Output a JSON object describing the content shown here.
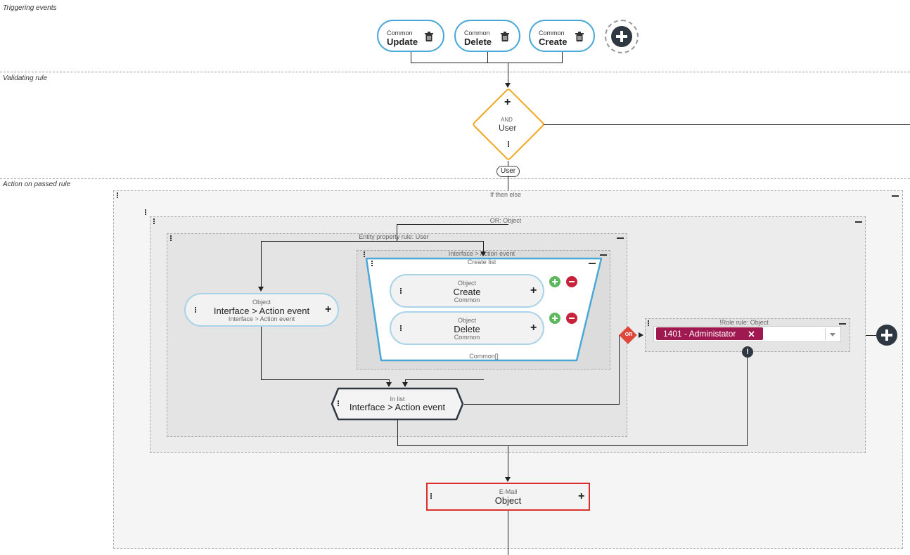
{
  "sections": {
    "triggering": "Triggering events",
    "validating": "Validating rule",
    "action": "Action on passed rule"
  },
  "triggers": [
    {
      "category": "Common",
      "event": "Update"
    },
    {
      "category": "Common",
      "event": "Delete"
    },
    {
      "category": "Common",
      "event": "Create"
    }
  ],
  "validating_rule": {
    "operator": "AND",
    "entity": "User",
    "output_chip": "User"
  },
  "containers": {
    "if_then_else": "If then else",
    "or_object": "OR: Object",
    "entity_property_rule": "Entity property rule: User",
    "interface_action_event": "Interface > Action event",
    "create_list": "Create list",
    "create_list_footer": "Common[]",
    "role_rule": "!Role rule: Object"
  },
  "object_node": {
    "sub": "Object",
    "main": "Interface > Action event",
    "note": "Interface > Action event"
  },
  "list_items": [
    {
      "sub": "Object",
      "main": "Create",
      "note": "Common"
    },
    {
      "sub": "Object",
      "main": "Delete",
      "note": "Common"
    }
  ],
  "in_list_node": {
    "sub": "In list",
    "main": "Interface > Action event"
  },
  "or_badge": "OR",
  "role_tag": "1401 - Administator",
  "email_node": {
    "sub": "E-Mail",
    "main": "Object"
  },
  "colors": {
    "trigger_border": "#4aa8d8",
    "diamond_border": "#f0a71d",
    "email_border": "#d9302c",
    "tag_bg": "#a01850",
    "or_badge": "#e0463a",
    "add_green": "#5cb85c",
    "remove_red": "#c8223a"
  }
}
